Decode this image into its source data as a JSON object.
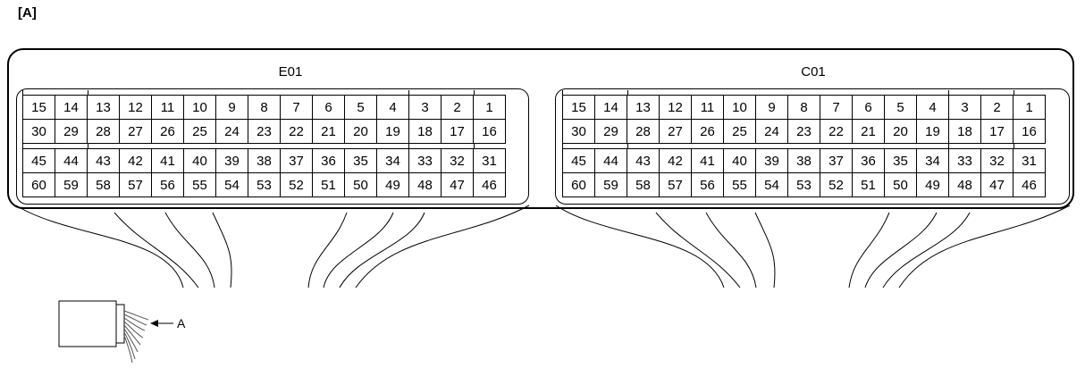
{
  "figure_label": "[A]",
  "connectors": [
    {
      "name": "E01",
      "rows": [
        [
          "15",
          "14",
          "13",
          "12",
          "11",
          "10",
          "9",
          "8",
          "7",
          "6",
          "5",
          "4",
          "3",
          "2",
          "1"
        ],
        [
          "30",
          "29",
          "28",
          "27",
          "26",
          "25",
          "24",
          "23",
          "22",
          "21",
          "20",
          "19",
          "18",
          "17",
          "16"
        ],
        [
          "45",
          "44",
          "43",
          "42",
          "41",
          "40",
          "39",
          "38",
          "37",
          "36",
          "35",
          "34",
          "33",
          "32",
          "31"
        ],
        [
          "60",
          "59",
          "58",
          "57",
          "56",
          "55",
          "54",
          "53",
          "52",
          "51",
          "50",
          "49",
          "48",
          "47",
          "46"
        ]
      ]
    },
    {
      "name": "C01",
      "rows": [
        [
          "15",
          "14",
          "13",
          "12",
          "11",
          "10",
          "9",
          "8",
          "7",
          "6",
          "5",
          "4",
          "3",
          "2",
          "1"
        ],
        [
          "30",
          "29",
          "28",
          "27",
          "26",
          "25",
          "24",
          "23",
          "22",
          "21",
          "20",
          "19",
          "18",
          "17",
          "16"
        ],
        [
          "45",
          "44",
          "43",
          "42",
          "41",
          "40",
          "39",
          "38",
          "37",
          "36",
          "35",
          "34",
          "33",
          "32",
          "31"
        ],
        [
          "60",
          "59",
          "58",
          "57",
          "56",
          "55",
          "54",
          "53",
          "52",
          "51",
          "50",
          "49",
          "48",
          "47",
          "46"
        ]
      ]
    }
  ],
  "callout_label": "A"
}
